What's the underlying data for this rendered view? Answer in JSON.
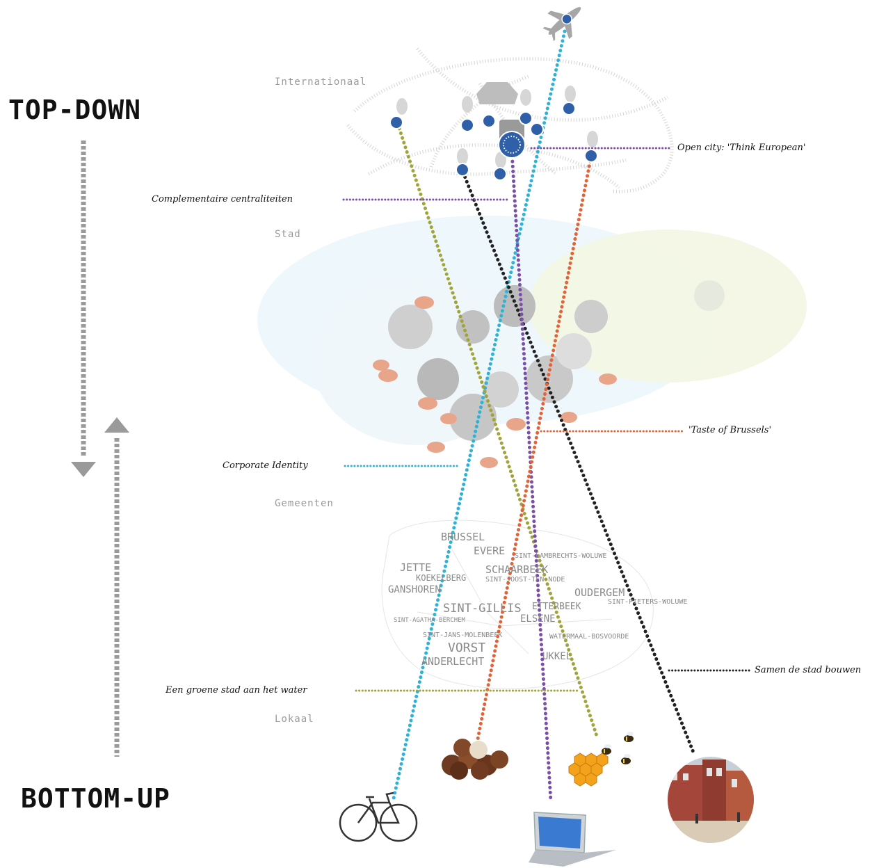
{
  "headings": {
    "top": "TOP-DOWN",
    "bottom": "BOTTOM-UP"
  },
  "levels": [
    "Internationaal",
    "Stad",
    "Gemeenten",
    "Lokaal"
  ],
  "callouts": [
    {
      "id": "open-city",
      "text": "Open city: 'Think European'",
      "color": "#7b4fa8"
    },
    {
      "id": "complementaire",
      "text": "Complementaire centraliteiten",
      "color": "#7b4fa8"
    },
    {
      "id": "taste",
      "text": "'Taste of Brussels'",
      "color": "#e0643a"
    },
    {
      "id": "corporate",
      "text": "Corporate Identity",
      "color": "#2fb2d6"
    },
    {
      "id": "samen",
      "text": "Samen de stad bouwen",
      "color": "#222222"
    },
    {
      "id": "groene",
      "text": "Een groene stad aan het water",
      "color": "#a0a43a"
    }
  ],
  "municipalities": [
    "BRUSSEL",
    "EVERE",
    "SINT-LAMBRECHTS-WOLUWE",
    "JETTE",
    "SCHAARBEEK",
    "KOEKELBERG",
    "SINT-JOOST-TEN-NODE",
    "GANSHOREN",
    "OUDERGEM",
    "SINT-PIETERS-WOLUWE",
    "SINT-GILLIS",
    "ETTERBEEK",
    "ELSENE",
    "SINT-AGATHA-BERCHEM",
    "SINT-JANS-MOLENBEEK",
    "WATERMAAL-BOSVOORDE",
    "VORST",
    "ANDERLECHT",
    "UKKEL"
  ],
  "icons": [
    "airplane-icon",
    "bicycle-icon",
    "chocolates-icon",
    "laptop-icon",
    "honeycomb-bees-icon",
    "street-photo-icon"
  ],
  "colors": {
    "cyan": "#2fb2d6",
    "olive": "#a0a43a",
    "purple": "#7b4fa8",
    "orange": "#e0643a",
    "black": "#222222",
    "eu_blue": "#2f5fa8",
    "salmon": "#e8a58a",
    "gray_arrow": "#9a9a9a"
  }
}
